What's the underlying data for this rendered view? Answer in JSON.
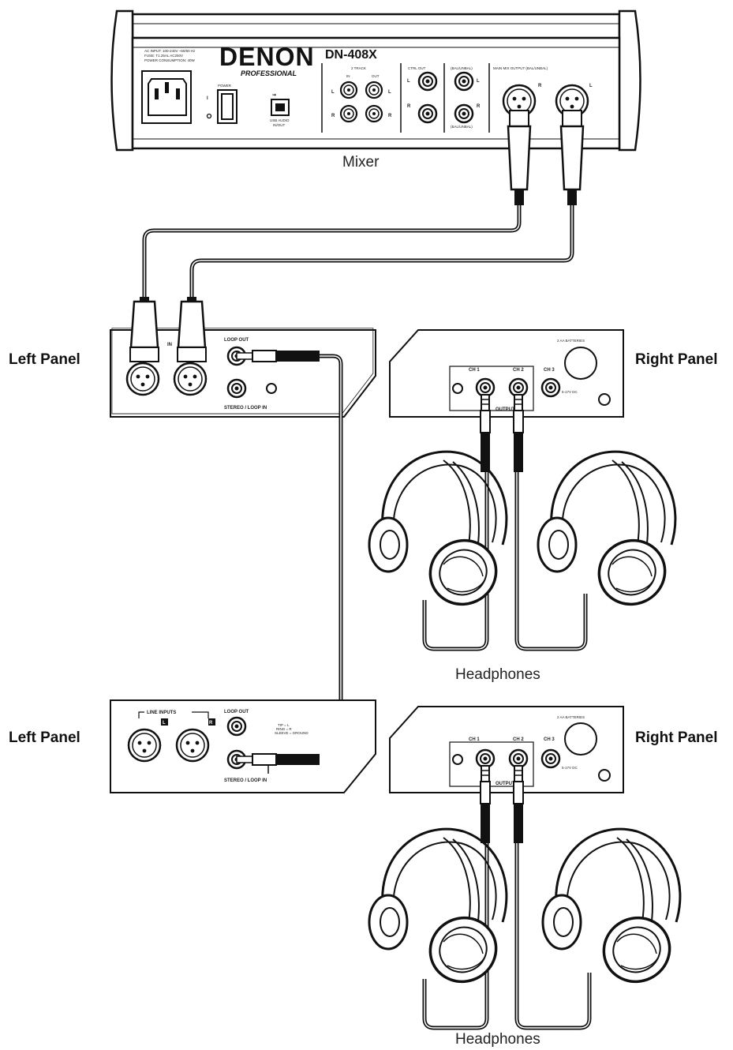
{
  "mixer": {
    "brand": "DENON",
    "brand_sub": "PROFESSIONAL",
    "model": "DN-408X",
    "caption": "Mixer",
    "ac_text_1": "AC INPUT: 100-240V ~50/60 Hz",
    "ac_text_2": "FUSE: T1.25AL AC250V",
    "ac_text_3": "POWER CONSUMPTION: 40W",
    "power_label": "POWER",
    "usb_label_1": "USB AUDIO",
    "usb_label_2": "IN/OUT",
    "track_label": "2 TRACK",
    "in_label": "IN",
    "out_label": "OUT",
    "ctrl_out_label": "CTRL OUT",
    "bal_label": "(BAL/UNBAL)",
    "main_mix_label": "MAIN MIX OUTPUT (BAL/UNBAL)",
    "l": "L",
    "r": "R"
  },
  "left_panel_1": {
    "label": "Left Panel",
    "in_label": "IN",
    "loop_out": "LOOP OUT",
    "stereo_loop_in": "STEREO / LOOP IN"
  },
  "left_panel_2": {
    "label": "Left Panel",
    "line_inputs": "LINE INPUTS",
    "l": "L",
    "r": "R",
    "loop_out": "LOOP OUT",
    "tip_text_1": "TIP = L",
    "tip_text_2": "RING = R",
    "tip_text_3": "SLEEVE = GROUND",
    "stereo_loop_in": "STEREO / LOOP IN"
  },
  "right_panel_1": {
    "label": "Right Panel",
    "batteries": "2 AA BATTERIES",
    "ch1": "CH 1",
    "ch2": "CH 2",
    "ch3": "CH 3",
    "dc": "5-17V DC",
    "outputs": "OUTPUTS"
  },
  "right_panel_2": {
    "label": "Right Panel",
    "batteries": "2 AA BATTERIES",
    "ch1": "CH 1",
    "ch2": "CH 2",
    "ch3": "CH 3",
    "dc": "5-17V DC",
    "outputs": "OUTPUTS"
  },
  "headphones_caption_1": "Headphones",
  "headphones_caption_2": "Headphones"
}
